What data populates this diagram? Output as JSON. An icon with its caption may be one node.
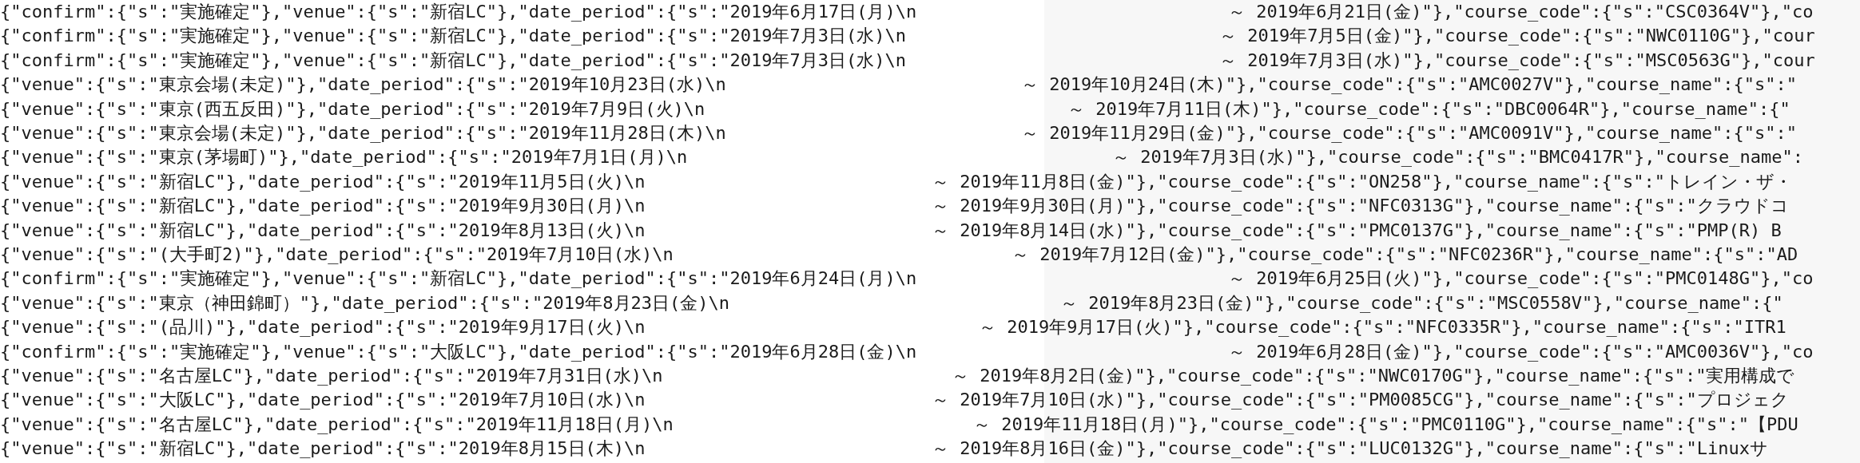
{
  "diagram": {
    "labels": [
      "{\"confirm\":{\"s\":\"実施確定\"},\"venue\":{\"s\":\"新宿LC\"},\"date_period\":{\"s\":\"2019年6月17日(月)\\n",
      "～ 2019年6月21日(金)\"},\"course_code\":{\"s\":\"CSC0364V\"},\"co",
      "{\"confirm\":{\"s\":\"実施確定\"},\"venue\":{\"s\":\"新宿LC\"},\"date_period\":{\"s\":\"2019年7月3日(水)\\n",
      "～ 2019年7月5日(金)\"},\"course_code\":{\"s\":\"NWC0110G\"},\"cour",
      "{\"confirm\":{\"s\":\"実施確定\"},\"venue\":{\"s\":\"新宿LC\"},\"date_period\":{\"s\":\"2019年7月3日(水)\\n",
      "～ 2019年7月3日(水)\"},\"course_code\":{\"s\":\"MSC0563G\"},\"cour",
      "{\"venue\":{\"s\":\"東京会場(未定)\"},\"date_period\":{\"s\":\"2019年10月23日(水)\\n",
      "～ 2019年10月24日(木)\"},\"course_code\":{\"s\":\"AMC0027V\"},\"course_name\":{\"s\":\"",
      "{\"venue\":{\"s\":\"東京(西五反田)\"},\"date_period\":{\"s\":\"2019年7月9日(火)\\n",
      "～ 2019年7月11日(木)\"},\"course_code\":{\"s\":\"DBC0064R\"},\"course_name\":{\"",
      "{\"venue\":{\"s\":\"東京会場(未定)\"},\"date_period\":{\"s\":\"2019年11月28日(木)\\n",
      "～ 2019年11月29日(金)\"},\"course_code\":{\"s\":\"AMC0091V\"},\"course_name\":{\"s\":\"",
      "{\"venue\":{\"s\":\"東京(茅場町)\"},\"date_period\":{\"s\":\"2019年7月1日(月)\\n",
      "～ 2019年7月3日(水)\"},\"course_code\":{\"s\":\"BMC0417R\"},\"course_name\":",
      "{\"venue\":{\"s\":\"新宿LC\"},\"date_period\":{\"s\":\"2019年11月5日(火)\\n",
      "～ 2019年11月8日(金)\"},\"course_code\":{\"s\":\"ON258\"},\"course_name\":{\"s\":\"トレイン・ザ・",
      "{\"venue\":{\"s\":\"新宿LC\"},\"date_period\":{\"s\":\"2019年9月30日(月)\\n",
      "～ 2019年9月30日(月)\"},\"course_code\":{\"s\":\"NFC0313G\"},\"course_name\":{\"s\":\"クラウドコ",
      "{\"venue\":{\"s\":\"新宿LC\"},\"date_period\":{\"s\":\"2019年8月13日(火)\\n",
      "～ 2019年8月14日(水)\"},\"course_code\":{\"s\":\"PMC0137G\"},\"course_name\":{\"s\":\"PMP(R) B",
      "{\"venue\":{\"s\":\"(大手町2)\"},\"date_period\":{\"s\":\"2019年7月10日(水)\\n",
      "～ 2019年7月12日(金)\"},\"course_code\":{\"s\":\"NFC0236R\"},\"course_name\":{\"s\":\"AD",
      "{\"confirm\":{\"s\":\"実施確定\"},\"venue\":{\"s\":\"新宿LC\"},\"date_period\":{\"s\":\"2019年6月24日(月)\\n",
      "～ 2019年6月25日(火)\"},\"course_code\":{\"s\":\"PMC0148G\"},\"co",
      "{\"venue\":{\"s\":\"東京（神田錦町）\"},\"date_period\":{\"s\":\"2019年8月23日(金)\\n",
      "～ 2019年8月23日(金)\"},\"course_code\":{\"s\":\"MSC0558V\"},\"course_name\":{\"",
      "{\"venue\":{\"s\":\"(品川)\"},\"date_period\":{\"s\":\"2019年9月17日(火)\\n",
      "～ 2019年9月17日(火)\"},\"course_code\":{\"s\":\"NFC0335R\"},\"course_name\":{\"s\":\"ITR1",
      "{\"confirm\":{\"s\":\"実施確定\"},\"venue\":{\"s\":\"大阪LC\"},\"date_period\":{\"s\":\"2019年6月28日(金)\\n",
      "～ 2019年6月28日(金)\"},\"course_code\":{\"s\":\"AMC0036V\"},\"co",
      "{\"venue\":{\"s\":\"名古屋LC\"},\"date_period\":{\"s\":\"2019年7月31日(水)\\n",
      "～ 2019年8月2日(金)\"},\"course_code\":{\"s\":\"NWC0170G\"},\"course_name\":{\"s\":\"実用構成で",
      "{\"venue\":{\"s\":\"大阪LC\"},\"date_period\":{\"s\":\"2019年7月10日(水)\\n",
      "～ 2019年7月10日(水)\"},\"course_code\":{\"s\":\"PM0085CG\"},\"course_name\":{\"s\":\"プロジェク",
      "{\"venue\":{\"s\":\"名古屋LC\"},\"date_period\":{\"s\":\"2019年11月18日(月)\\n",
      "～ 2019年11月18日(月)\"},\"course_code\":{\"s\":\"PMC0110G\"},\"course_name\":{\"s\":\"【PDU",
      "{\"venue\":{\"s\":\"新宿LC\"},\"date_period\":{\"s\":\"2019年8月15日(木)\\n",
      "～ 2019年8月16日(金)\"},\"course_code\":{\"s\":\"LUC0132G\"},\"course_name\":{\"s\":\"Linuxサ"
    ]
  }
}
